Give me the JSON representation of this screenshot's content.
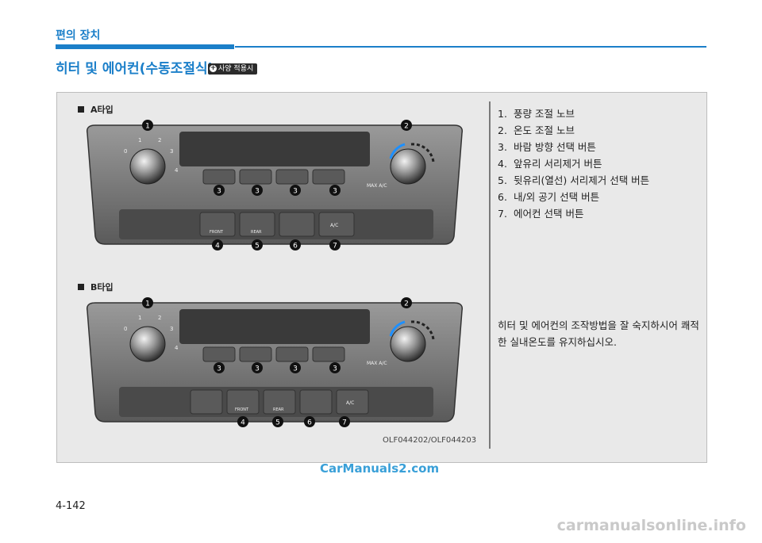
{
  "header": {
    "section": "편의 장치",
    "title": "히터 및 에어컨(수동조절식)",
    "badge": "사양 적용시",
    "badge_icon": "plus-icon"
  },
  "figure": {
    "type_a_label": "A타입",
    "type_b_label": "B타입",
    "image_code": "OLF044202/OLF044203",
    "panel": {
      "fan_ticks": [
        "0",
        "1",
        "2",
        "3",
        "4"
      ],
      "max_ac": "MAX\nA/C",
      "buttons": [
        "FRONT",
        "REAR",
        "A/C"
      ]
    },
    "callouts_top": [
      "1",
      "2",
      "3",
      "3",
      "3",
      "3"
    ],
    "callouts_a_bottom": [
      "4",
      "5",
      "6",
      "7"
    ],
    "callouts_b_bottom": [
      "4",
      "5",
      "6",
      "7"
    ]
  },
  "legend": [
    {
      "num": "1.",
      "text": "풍량 조절 노브"
    },
    {
      "num": "2.",
      "text": "온도 조절 노브"
    },
    {
      "num": "3.",
      "text": "바람 방향 선택 버튼"
    },
    {
      "num": "4.",
      "text": "앞유리 서리제거 버튼"
    },
    {
      "num": "5.",
      "text": "뒷유리(열선) 서리제거 선택 버튼"
    },
    {
      "num": "6.",
      "text": "내/외 공기 선택 버튼"
    },
    {
      "num": "7.",
      "text": "에어컨 선택 버튼"
    }
  ],
  "description": "히터 및 에어컨의 조작방법을 잘 숙지하시어 쾌적한 실내온도를 유지하십시오.",
  "watermark": "CarManuals2.com",
  "footer_watermark": "carmanualsonline.info",
  "page_number": "4-142",
  "colors": {
    "accent": "#1b7fc9",
    "panel_dark": "#3a3a3a",
    "panel_light": "#8c8c8c",
    "temp_blue": "#1e90ff"
  }
}
